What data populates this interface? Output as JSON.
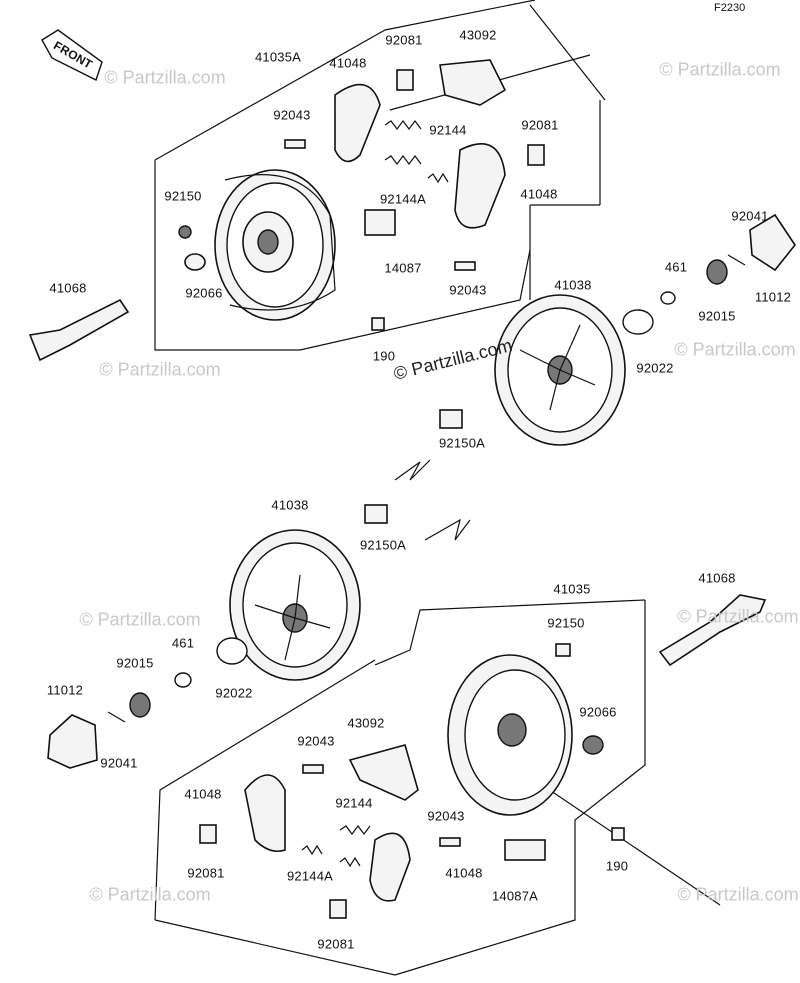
{
  "diagram_code": "F2230",
  "front_label": "FRONT",
  "watermarks": {
    "site": "© Partzilla.com",
    "center": "© Partzilla.com"
  },
  "upper_assembly": {
    "parts": [
      "41035A",
      "92081",
      "43092",
      "41048",
      "92043",
      "92144",
      "92081",
      "92150",
      "92144A",
      "41048",
      "92041",
      "461",
      "41038",
      "41068",
      "14087",
      "92066",
      "92043",
      "11012",
      "92015",
      "92022",
      "190",
      "92150A"
    ]
  },
  "lower_assembly": {
    "parts": [
      "41038",
      "92150A",
      "41035",
      "41068",
      "92150",
      "461",
      "92015",
      "92022",
      "11012",
      "92066",
      "43092",
      "92043",
      "92041",
      "41048",
      "92144",
      "92043",
      "92081",
      "92144A",
      "41048",
      "14087A",
      "190",
      "92081"
    ]
  }
}
